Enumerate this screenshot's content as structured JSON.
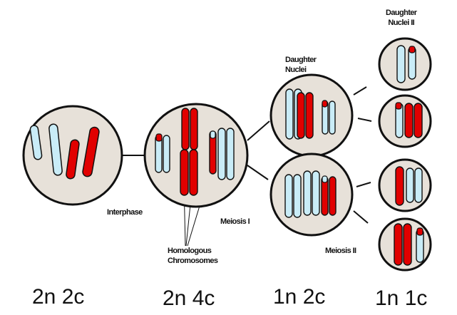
{
  "labels": {
    "interphase": "Interphase",
    "meiosis_1": "Meiosis I",
    "meiosis_2": "Meiosis II",
    "homologous_line1": "Homologous",
    "homologous_line2": "Chromosomes",
    "daughter_nuclei_line1": "Daughter",
    "daughter_nuclei_line2": "Nuclei",
    "daughter_nuclei_ii_line1": "Daughter",
    "daughter_nuclei_ii_line2": "Nuclei II"
  },
  "ploidy": [
    "2n 2c",
    "2n 4c",
    "1n 2c",
    "1n 1c"
  ],
  "colors": {
    "cell_fill": "#e7e1d9",
    "cell_outline": "#111111",
    "maternal_chromosome": "#e10000",
    "paternal_chromosome": "#c9ecf7",
    "outline": "#111111"
  }
}
